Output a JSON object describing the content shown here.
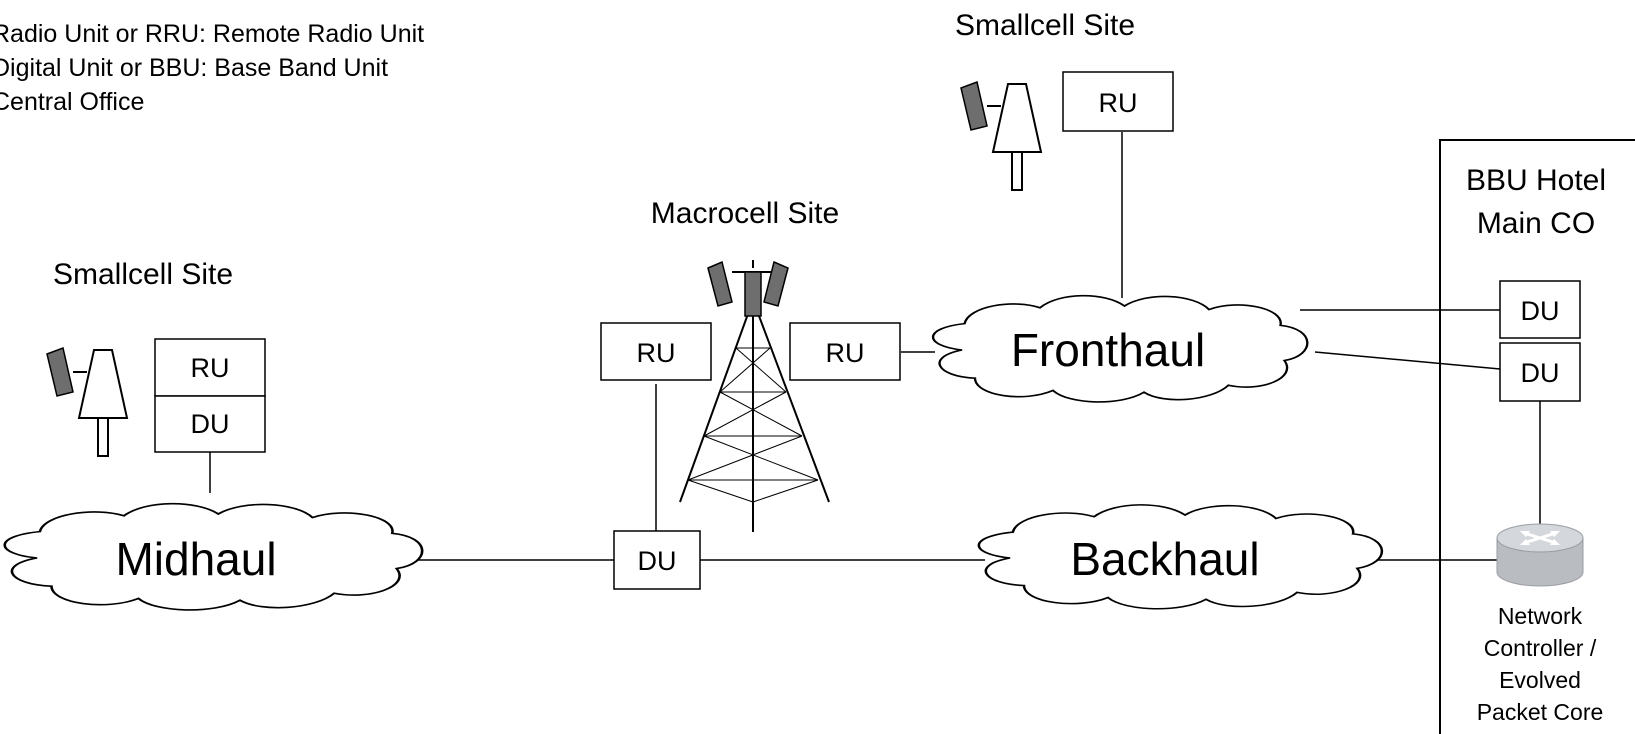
{
  "legend": {
    "lines": [
      "Radio Unit or RRU: Remote Radio Unit",
      "Digital Unit or BBU: Base Band Unit",
      "Central Office"
    ]
  },
  "sites": {
    "smallcell_top": "Smallcell Site",
    "smallcell_left": "Smallcell Site",
    "macrocell": "Macrocell Site"
  },
  "hotel": {
    "line1": "BBU Hotel",
    "line2": "Main CO"
  },
  "units": {
    "ru": "RU",
    "du": "DU"
  },
  "clouds": {
    "fronthaul": "Fronthaul",
    "midhaul": "Midhaul",
    "backhaul": "Backhaul"
  },
  "core": {
    "lines": [
      "Network",
      "Controller /",
      "Evolved",
      "Packet Core"
    ]
  },
  "colors": {
    "line": "#000000",
    "antenna_gray": "#6e6e6e",
    "router_gray": "#b9bcc0"
  }
}
